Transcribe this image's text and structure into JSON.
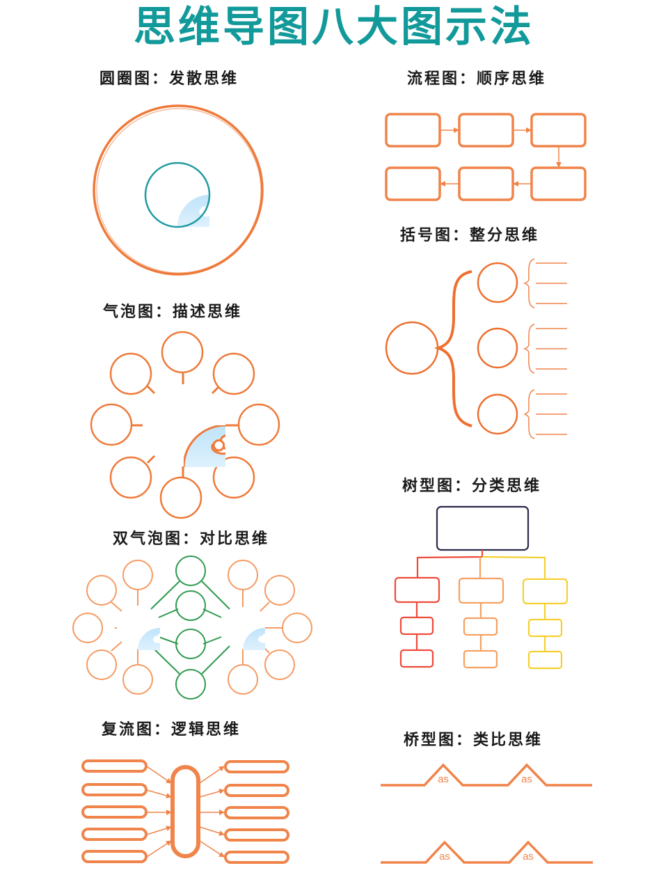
{
  "page": {
    "title": "思维导图八大图示法",
    "title_color": "#12999a",
    "accent_orange": "#ee7a3a",
    "accent_green": "#2e9a4e"
  },
  "diagrams": {
    "circle_map": {
      "label": "圆圈图：发散思维"
    },
    "flow_map": {
      "label": "流程图：顺序思维"
    },
    "brace_map": {
      "label": "括号图：整分思维"
    },
    "bubble_map": {
      "label": "气泡图：描述思维"
    },
    "double_bubble_map": {
      "label": "双气泡图：对比思维"
    },
    "tree_map": {
      "label": "树型图：分类思维"
    },
    "multi_flow_map": {
      "label": "复流图：逻辑思维"
    },
    "bridge_map": {
      "label": "桥型图：类比思维",
      "relating_factor": "as"
    }
  }
}
